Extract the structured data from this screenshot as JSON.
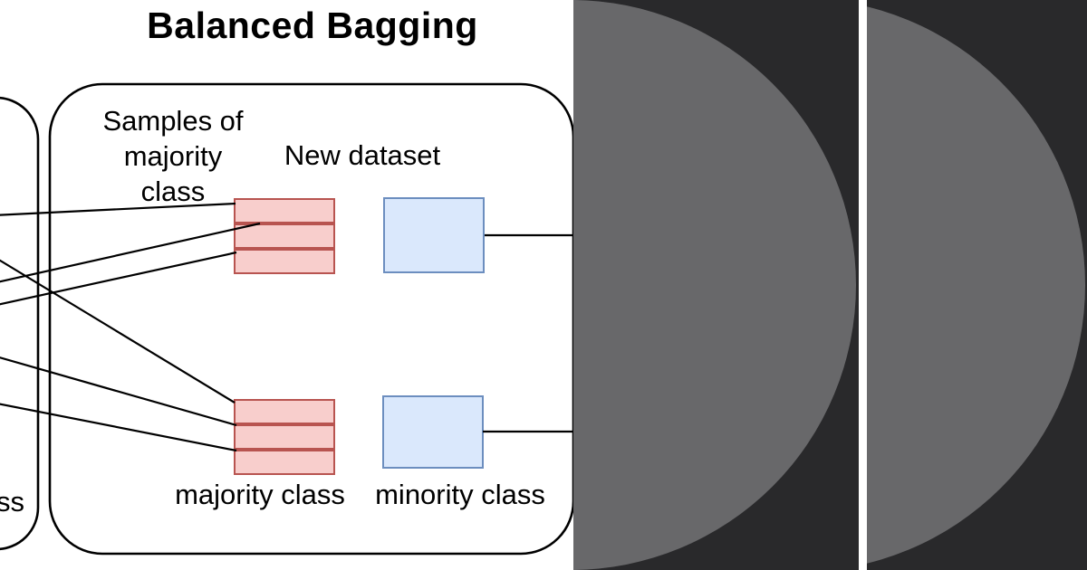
{
  "card": {
    "title": "Balanced Bagging",
    "diagram": {
      "samples_label": "Samples of\nmajority\nclass",
      "new_dataset_label": "New dataset",
      "majority_class_label": "majority class",
      "minority_class_label": "minority class",
      "left_panel_partial_label": "ss",
      "bootstrap_sample_count": 2,
      "rows_per_majority_sample": 3
    },
    "colors": {
      "line_color": "#000000",
      "red_fill": "#f8cecc",
      "red_stroke": "#b85450",
      "blue_fill": "#dae8fc",
      "blue_stroke": "#6c8ebf",
      "dark_panel": "#29292b",
      "circle_gray": "#68686a",
      "background": "#ffffff"
    }
  }
}
